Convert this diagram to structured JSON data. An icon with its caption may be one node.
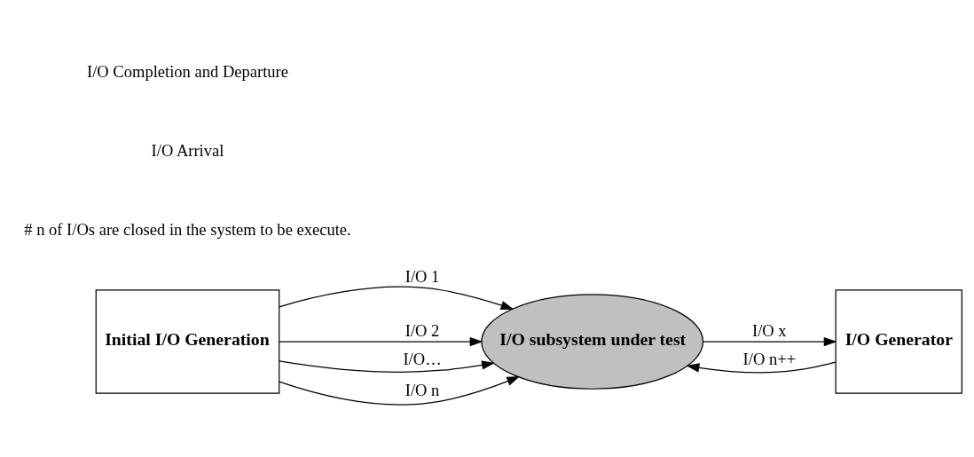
{
  "diagram": {
    "nodes": [
      {
        "text": [
          "Initial I/O Generation"
        ]
      },
      {
        "text": [
          "I/O subsystem under test"
        ]
      },
      {
        "text": [
          "I/O Generator"
        ]
      }
    ],
    "edges": [
      {
        "from": 0,
        "to": 1,
        "arrow": "to",
        "label": "I/O 1"
      },
      {
        "from": 0,
        "to": 1,
        "arrow": "to",
        "label": "I/O 2"
      },
      {
        "from": 0,
        "to": 1,
        "arrow": "to",
        "label": "I/O…"
      },
      {
        "from": 0,
        "to": 1,
        "arrow": "to",
        "label": "I/O n"
      },
      {
        "from": 1,
        "to": 2,
        "arrow": "to",
        "label": "I/O x"
      },
      {
        "from": 2,
        "to": 1,
        "arrow": "to",
        "label": "I/O n++"
      }
    ],
    "labels": [
      "# n of I/Os are closed in the system to be execute.",
      "I/O Arrival",
      "I/O Completion and Departure"
    ]
  }
}
